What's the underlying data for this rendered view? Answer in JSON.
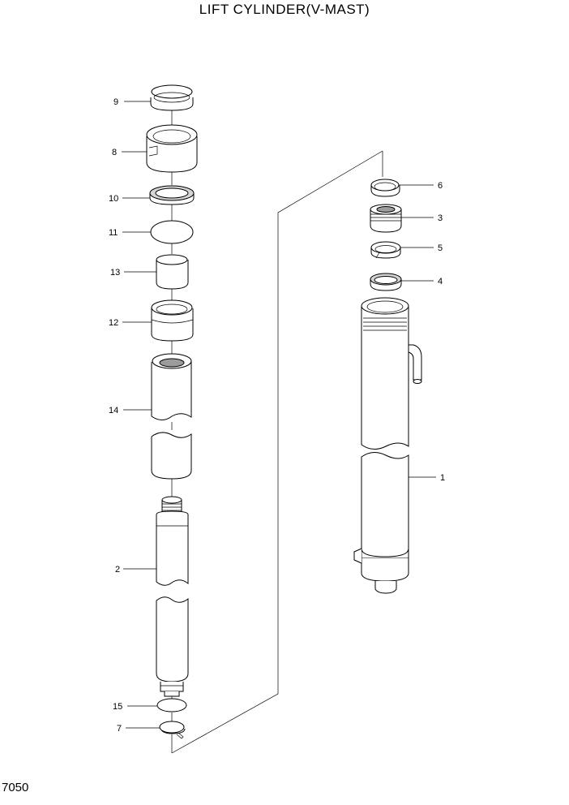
{
  "title": "LIFT CYLINDER(V-MAST)",
  "page_code": "7050",
  "callouts": [
    {
      "id": "c9",
      "text": "9"
    },
    {
      "id": "c8",
      "text": "8"
    },
    {
      "id": "c10",
      "text": "10"
    },
    {
      "id": "c11",
      "text": "11"
    },
    {
      "id": "c13",
      "text": "13"
    },
    {
      "id": "c12",
      "text": "12"
    },
    {
      "id": "c14",
      "text": "14"
    },
    {
      "id": "c2",
      "text": "2"
    },
    {
      "id": "c15",
      "text": "15"
    },
    {
      "id": "c7",
      "text": "7"
    },
    {
      "id": "c6",
      "text": "6"
    },
    {
      "id": "c3",
      "text": "3"
    },
    {
      "id": "c5",
      "text": "5"
    },
    {
      "id": "c4",
      "text": "4"
    },
    {
      "id": "c1",
      "text": "1"
    }
  ]
}
